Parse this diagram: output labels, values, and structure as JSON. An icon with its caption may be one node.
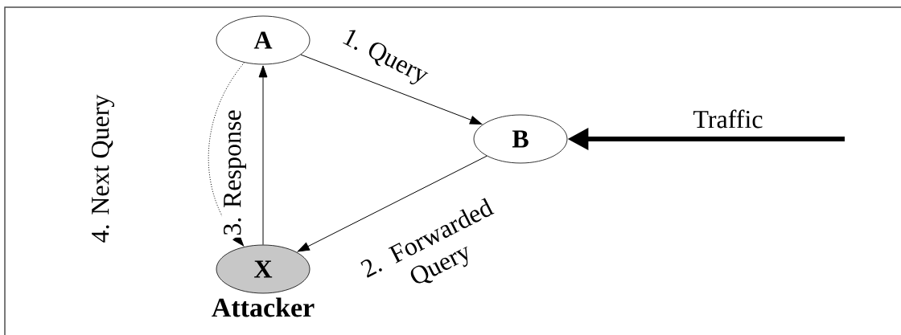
{
  "diagram": {
    "nodes": [
      {
        "text": [
          "A"
        ]
      },
      {
        "text": [
          "B"
        ]
      },
      {
        "text": [
          "X"
        ],
        "beside": [
          "Attacker"
        ]
      }
    ],
    "edges": [
      {
        "from": 0,
        "to": 1,
        "arrow": "to",
        "label": "1. Query"
      },
      {
        "from": 1,
        "to": 2,
        "arrow": "to",
        "label": "2. Forwarded Query"
      },
      {
        "from": 2,
        "to": 0,
        "arrow": "to",
        "label": "3. Response"
      },
      {
        "from": 0,
        "to": 2,
        "arrow": "to",
        "label": "4. Next Query",
        "style": "dashed"
      },
      {
        "from": null,
        "to": 1,
        "arrow": "to",
        "label": "Traffic",
        "style": "thick"
      }
    ]
  }
}
